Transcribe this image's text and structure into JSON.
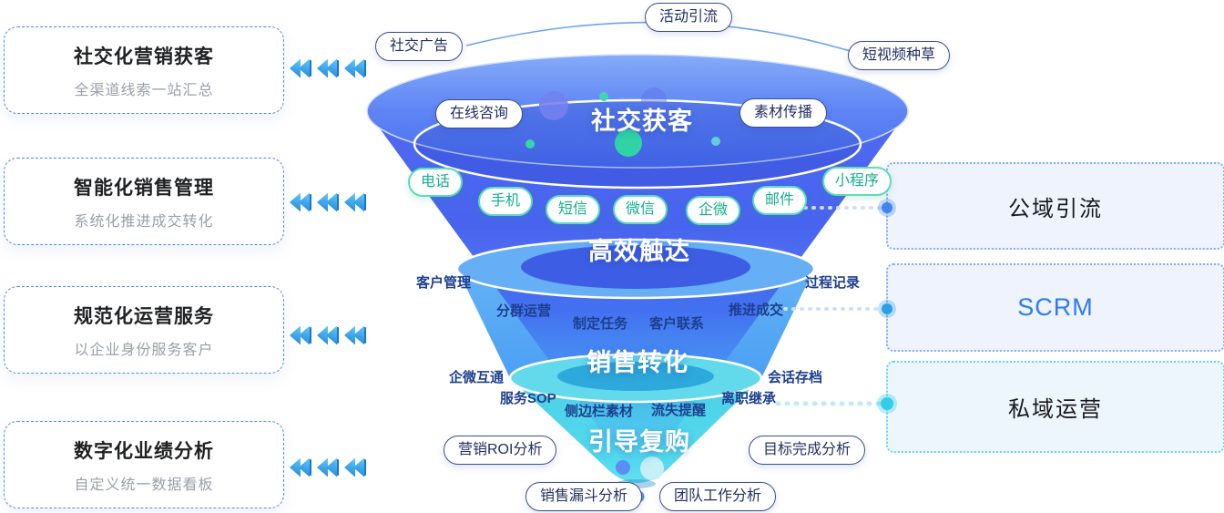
{
  "left_panels": [
    {
      "title": "社交化营销获客",
      "subtitle": "全渠道线索一站汇总"
    },
    {
      "title": "智能化销售管理",
      "subtitle": "系统化推进成交转化"
    },
    {
      "title": "规范化运营服务",
      "subtitle": "以企业身份服务客户"
    },
    {
      "title": "数字化业绩分析",
      "subtitle": "自定义统一数据看板"
    }
  ],
  "right_panels": [
    {
      "label": "公域引流"
    },
    {
      "label": "SCRM"
    },
    {
      "label": "私域运营"
    }
  ],
  "funnel": {
    "stages": [
      "社交获客",
      "高效触达",
      "销售转化",
      "引导复购"
    ],
    "source_pills": [
      "活动引流",
      "社交广告",
      "短视频种草"
    ],
    "acquisition_pills": [
      "在线咨询",
      "素材传播"
    ],
    "channel_pills": [
      "电话",
      "手机",
      "短信",
      "微信",
      "企微",
      "邮件",
      "小程序"
    ],
    "conversion_labels": [
      "客户管理",
      "过程记录",
      "分群运营",
      "制定任务",
      "客户联系",
      "推进成交"
    ],
    "retention_labels": [
      "企微互通",
      "会话存档",
      "服务SOP",
      "离职继承",
      "侧边栏素材",
      "流失提醒"
    ],
    "analysis_pills": [
      "营销ROI分析",
      "目标完成分析",
      "销售漏斗分析",
      "团队工作分析"
    ]
  },
  "colors": {
    "funnel_top": "#4a64f1",
    "funnel_mid": "#57a9f4",
    "funnel_bottom": "#4ed2e8",
    "teal_pill": "#12af8d",
    "navy_label": "#1d3f8e",
    "scrm_blue": "#2b7bf6",
    "connector_dots": [
      "#3f86f4",
      "#2f9fe8",
      "#33cdec"
    ]
  }
}
